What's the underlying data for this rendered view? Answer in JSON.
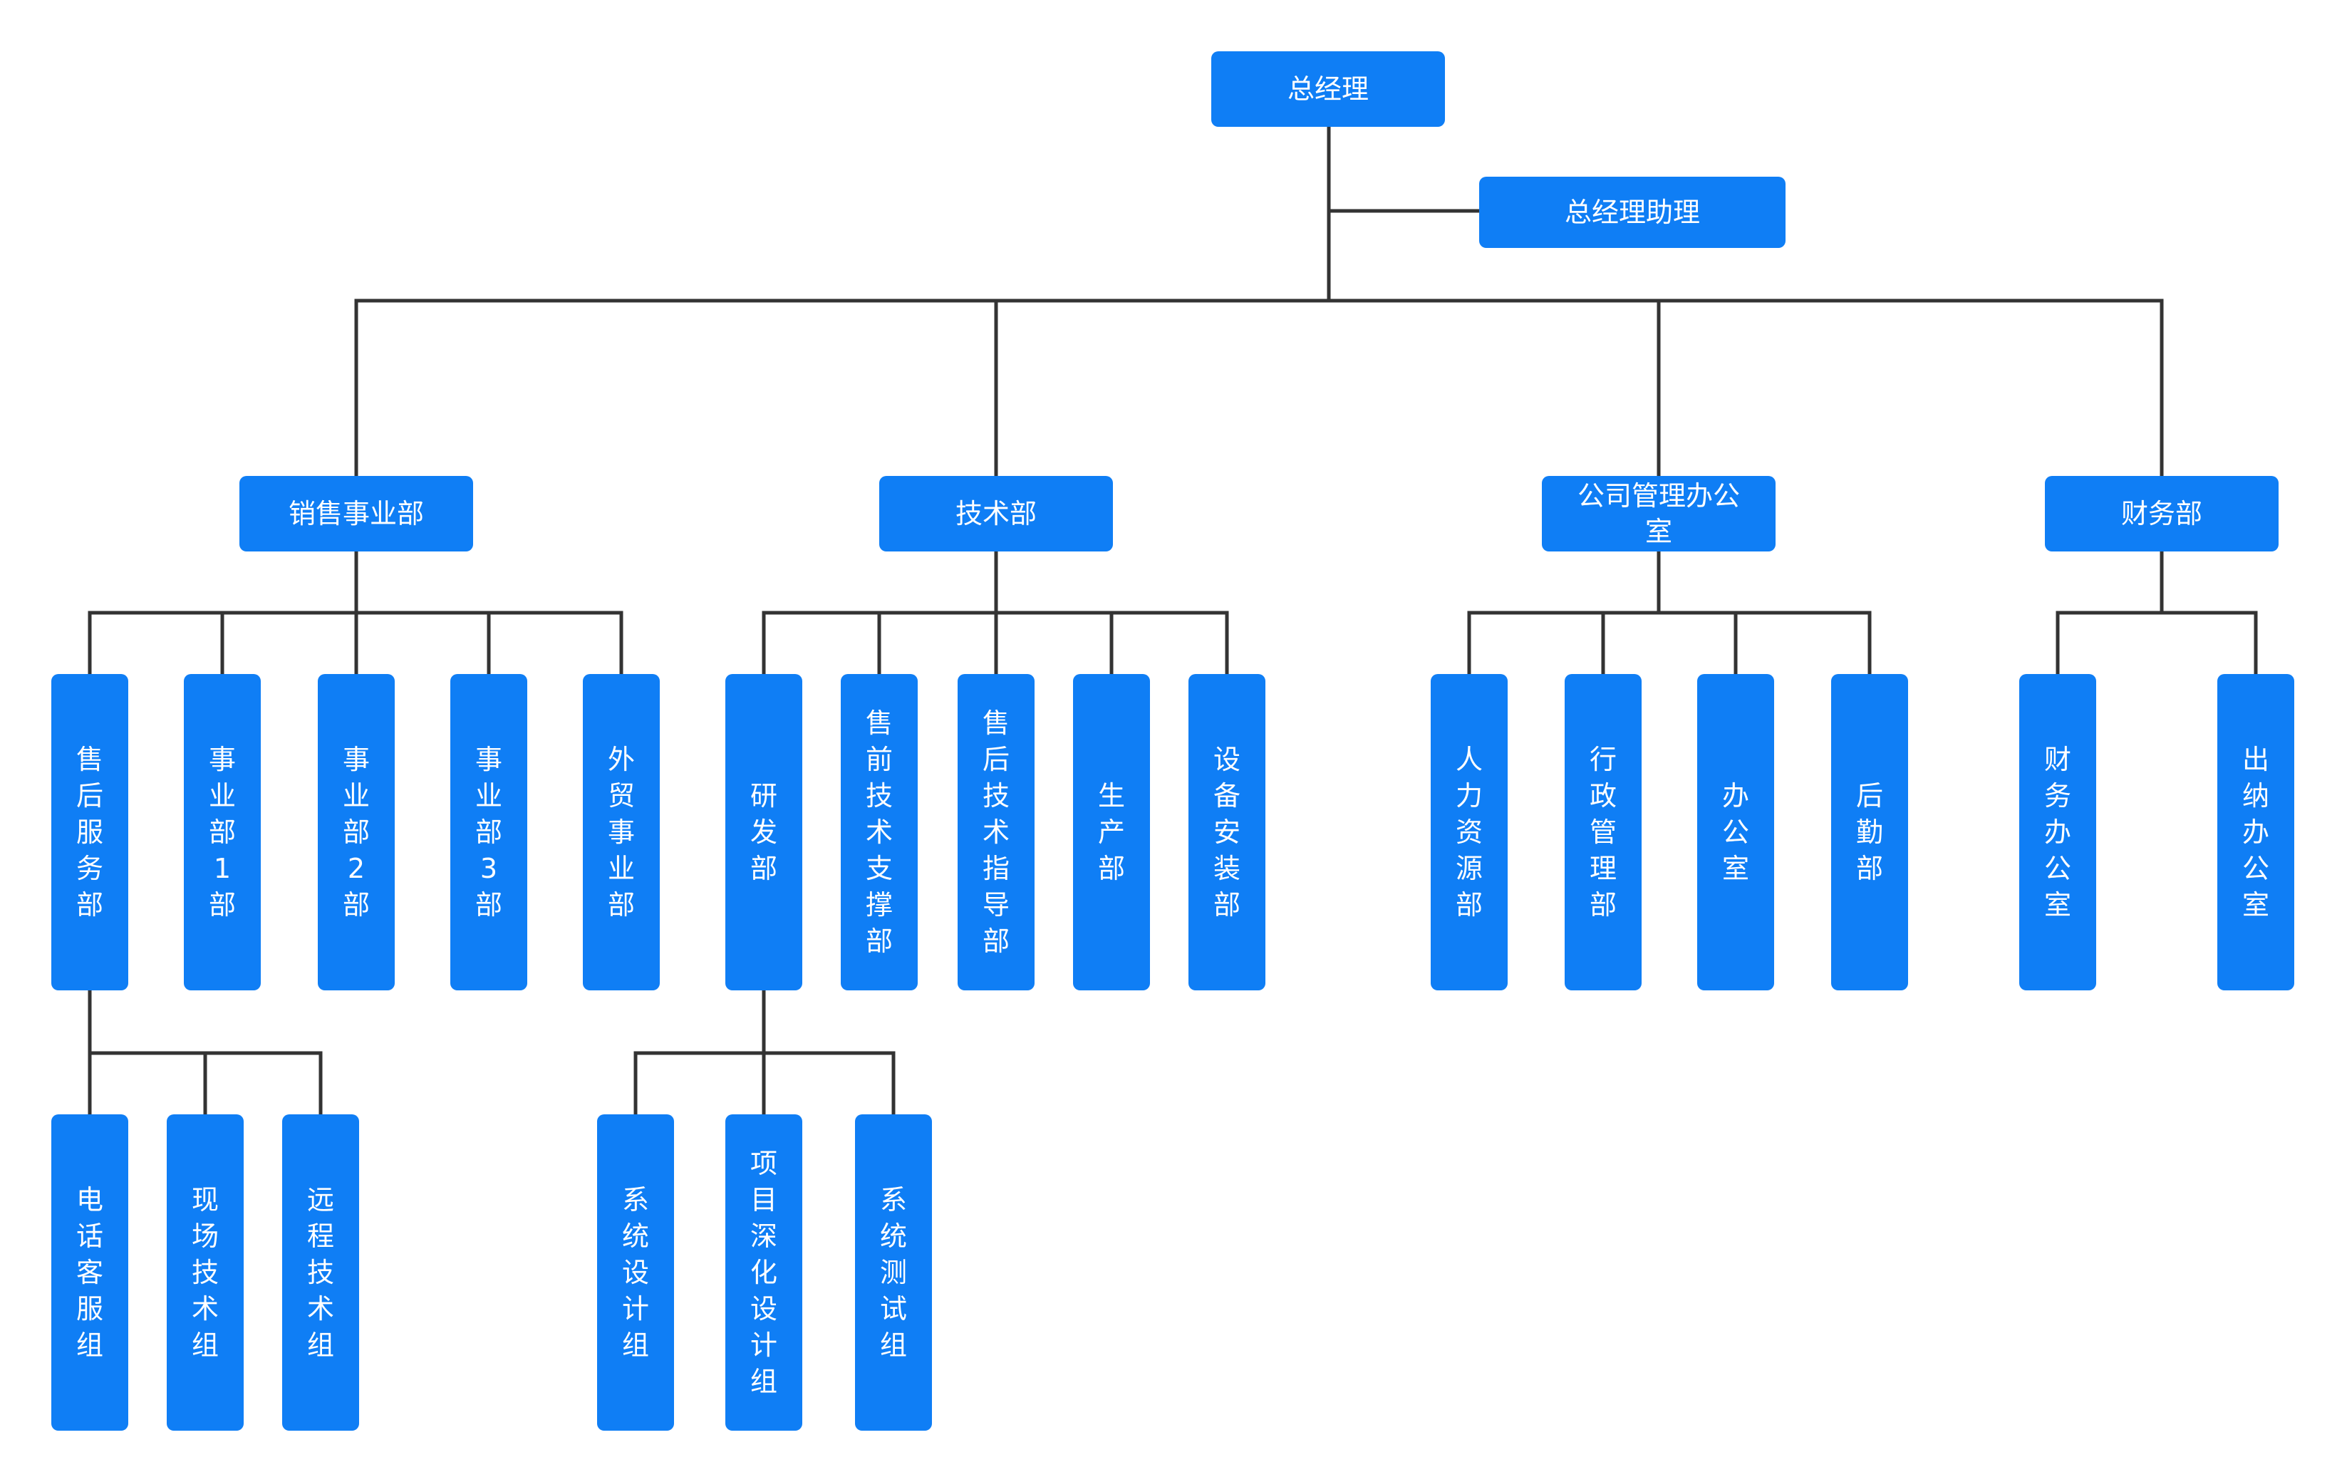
{
  "colors": {
    "node_fill": "#0f7ef5",
    "node_text": "#ffffff",
    "connector": "#333333"
  },
  "nodes": {
    "ceo": "总经理",
    "assistant": "总经理助理",
    "sales": "销售事业部",
    "tech": "技术部",
    "admin": "公司管理办公室",
    "finance": "财务部",
    "after_sales": "售后服务部",
    "bu1": "事业部1部",
    "bu2": "事业部2部",
    "bu3": "事业部3部",
    "foreign_trade": "外贸事业部",
    "rnd": "研发部",
    "presales": "售前技术支撑部",
    "after_sales_tech": "售后技术指导部",
    "production": "生产部",
    "install": "设备安装部",
    "hr": "人力资源部",
    "admin_mgmt": "行政管理部",
    "office": "办公室",
    "logistics": "后勤部",
    "finance_office": "财务办公室",
    "cashier_office": "出纳办公室",
    "phone_service": "电话客服组",
    "onsite_tech": "现场技术组",
    "remote_tech": "远程技术组",
    "sys_design": "系统设计组",
    "project_design": "项目深化设计组",
    "sys_test": "系统测试组"
  }
}
